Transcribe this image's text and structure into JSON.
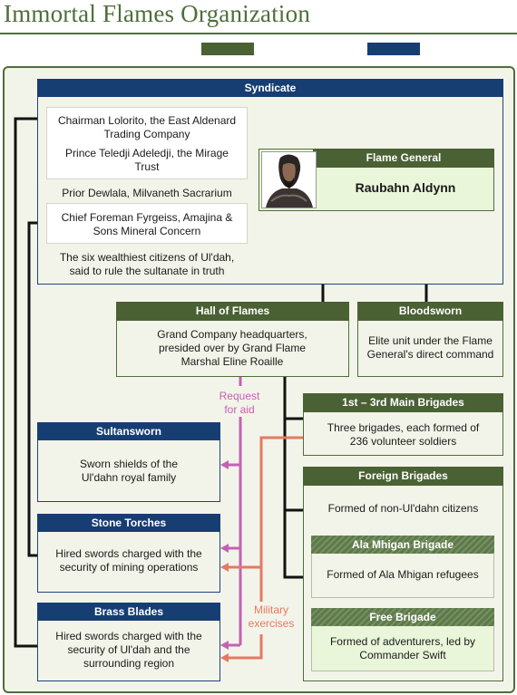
{
  "title": "Immortal Flames Organization",
  "colors": {
    "green": "#4e6e3a",
    "blue": "#173e73",
    "pink": "#c262b4",
    "salmon": "#e47a63"
  },
  "syndicate": {
    "header": "Syndicate",
    "member_1": "Chairman Lolorito, the East Aldenard Trading Company",
    "member_2": "Prince Teledji Adeledji, the Mirage Trust",
    "member_3": "Prior Dewlala, Milvaneth Sacrarium",
    "member_4": "Chief Foreman Fyrgeiss, Amajina & Sons Mineral Concern",
    "description": "The six wealthiest citizens of Ul'dah, said to rule the sultanate in truth"
  },
  "flame_general": {
    "header": "Flame General",
    "name": "Raubahn Aldynn",
    "portrait_icon": "portrait-icon"
  },
  "hall_of_flames": {
    "header": "Hall of Flames",
    "description": "Grand Company headquarters, presided over by Grand Flame Marshal Eline Roaille"
  },
  "bloodsworn": {
    "header": "Bloodsworn",
    "description": "Elite unit under the Flame General's direct command"
  },
  "main_brigades": {
    "header": "1st – 3rd Main Brigades",
    "description": "Three brigades, each formed of 236 volunteer soldiers"
  },
  "foreign_brigades": {
    "header": "Foreign Brigades",
    "description": "Formed of non-Ul'dahn citizens",
    "ala_mhigan": {
      "header": "Ala Mhigan Brigade",
      "description": "Formed of Ala Mhigan refugees"
    },
    "free": {
      "header": "Free Brigade",
      "description": "Formed of adventurers, led by Commander Swift"
    }
  },
  "sultansworn": {
    "header": "Sultansworn",
    "description": "Sworn shields of the Ul'dahn royal family"
  },
  "stone_torches": {
    "header": "Stone Torches",
    "description": "Hired swords charged with the security of mining operations"
  },
  "brass_blades": {
    "header": "Brass Blades",
    "description": "Hired swords charged with the security of Ul'dah and the surrounding region"
  },
  "labels": {
    "request_for_aid": "Request for aid",
    "military_exercises": "Military exercises"
  }
}
